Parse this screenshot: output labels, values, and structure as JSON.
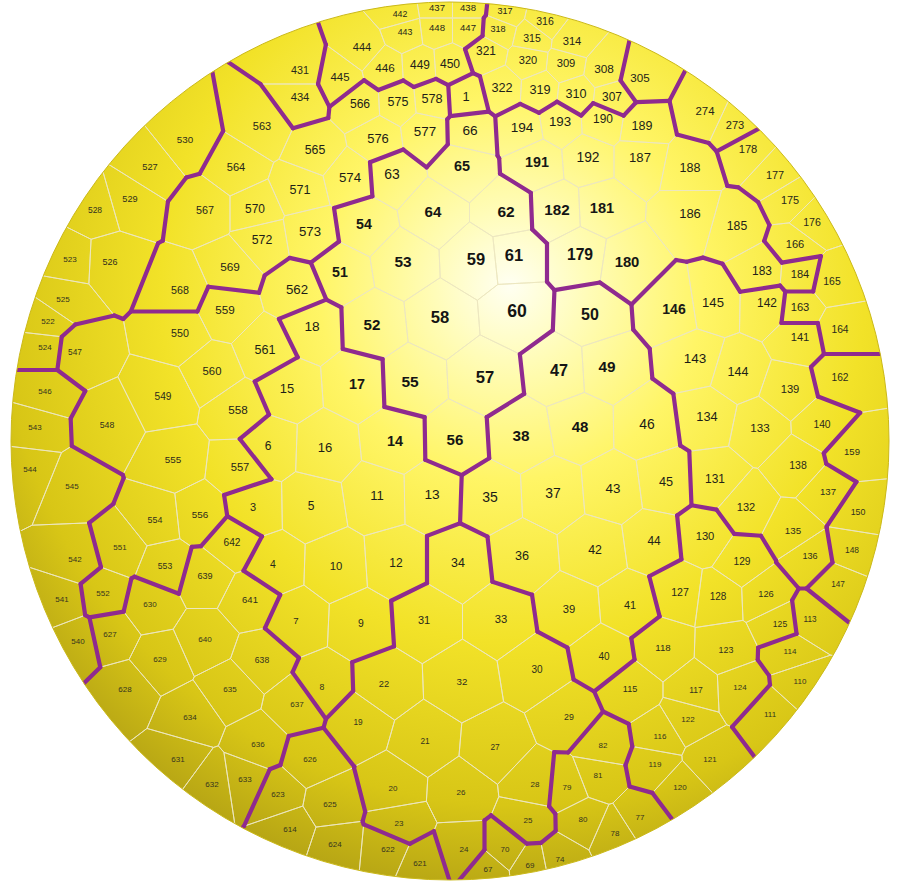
{
  "diagram": {
    "labels": [
      "442",
      "437",
      "438",
      "317",
      "316",
      "443",
      "448",
      "447",
      "318",
      "315",
      "314",
      "444",
      "321",
      "320",
      "309",
      "308",
      "431",
      "445",
      "446",
      "449",
      "450",
      "305",
      "322",
      "319",
      "310",
      "307",
      "434",
      "566",
      "575",
      "578",
      "1",
      "563",
      "530",
      "565",
      "576",
      "577",
      "66",
      "194",
      "193",
      "190",
      "189",
      "274",
      "273",
      "564",
      "527",
      "529",
      "528",
      "571",
      "574",
      "63",
      "65",
      "191",
      "192",
      "187",
      "188",
      "178",
      "177",
      "567",
      "570",
      "573",
      "54",
      "64",
      "62",
      "182",
      "181",
      "186",
      "185",
      "175",
      "176",
      "166",
      "523",
      "526",
      "568",
      "569",
      "572",
      "51",
      "53",
      "59",
      "61",
      "179",
      "180",
      "183",
      "184",
      "165",
      "525",
      "559",
      "562",
      "145",
      "146",
      "142",
      "163",
      "522",
      "18",
      "52",
      "58",
      "60",
      "50",
      "141",
      "164",
      "550",
      "547",
      "524",
      "561",
      "17",
      "55",
      "57",
      "47",
      "49",
      "143",
      "144",
      "162",
      "546",
      "560",
      "15",
      "139",
      "549",
      "558",
      "14",
      "38",
      "48",
      "46",
      "134",
      "133",
      "140",
      "543",
      "548",
      "6",
      "16",
      "56",
      "159",
      "555",
      "557",
      "544",
      "138",
      "131",
      "45",
      "43",
      "37",
      "35",
      "13",
      "11",
      "5",
      "3",
      "545",
      "137",
      "556",
      "150",
      "132",
      "554",
      "135",
      "130",
      "44",
      "42",
      "36",
      "34",
      "12",
      "10",
      "4",
      "642",
      "551",
      "148",
      "136",
      "542",
      "129",
      "553",
      "639",
      "147",
      "127",
      "128",
      "126",
      "552",
      "541",
      "641",
      "630",
      "39",
      "41",
      "9",
      "31",
      "33",
      "7",
      "125",
      "113",
      "627",
      "540",
      "640",
      "118",
      "123",
      "114",
      "40",
      "638",
      "629",
      "30",
      "32",
      "22",
      "8",
      "635",
      "115",
      "117",
      "124",
      "110",
      "628",
      "637",
      "29",
      "634",
      "122",
      "111",
      "19",
      "116",
      "21",
      "27",
      "82",
      "636",
      "626",
      "631",
      "119",
      "121",
      "81",
      "20",
      "26",
      "28",
      "79",
      "120",
      "632",
      "633",
      "623",
      "625",
      "25",
      "80",
      "77",
      "23",
      "614",
      "78",
      "624",
      "70",
      "24",
      "622",
      "69",
      "74",
      "67",
      "621"
    ]
  }
}
